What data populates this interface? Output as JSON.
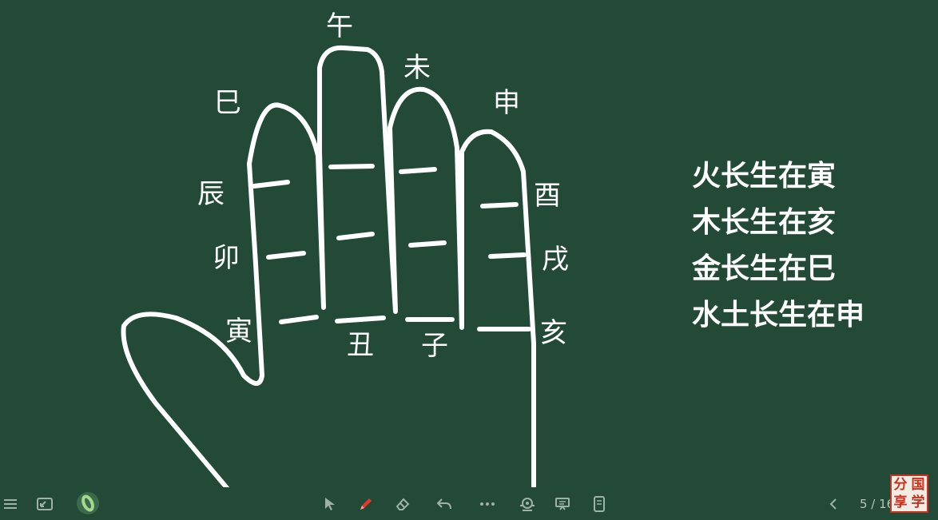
{
  "branches": {
    "wu": "午",
    "wei": "未",
    "si": "巳",
    "shen": "申",
    "chen": "辰",
    "you": "酉",
    "mao": "卯",
    "xu": "戌",
    "yin": "寅",
    "chou": "丑",
    "zi": "子",
    "hai": "亥"
  },
  "rules": [
    "火长生在寅",
    "木长生在亥",
    "金长生在巳",
    "水土长生在申"
  ],
  "toolbar": {
    "page_indicator": "5 / 16",
    "icons": [
      "menu-icon",
      "minimize-icon",
      "app-logo-icon",
      "pointer-icon",
      "pen-icon",
      "eraser-icon",
      "undo-icon",
      "more-icon",
      "camera-icon",
      "presentation-icon",
      "page-icon",
      "prev-page-icon"
    ]
  },
  "stamp": [
    "分",
    "国",
    "享",
    "学"
  ],
  "colors": {
    "board": "#234a37",
    "chalk": "#ffffff",
    "pen_red": "#e5372b",
    "stamp_red": "#c8331f"
  }
}
